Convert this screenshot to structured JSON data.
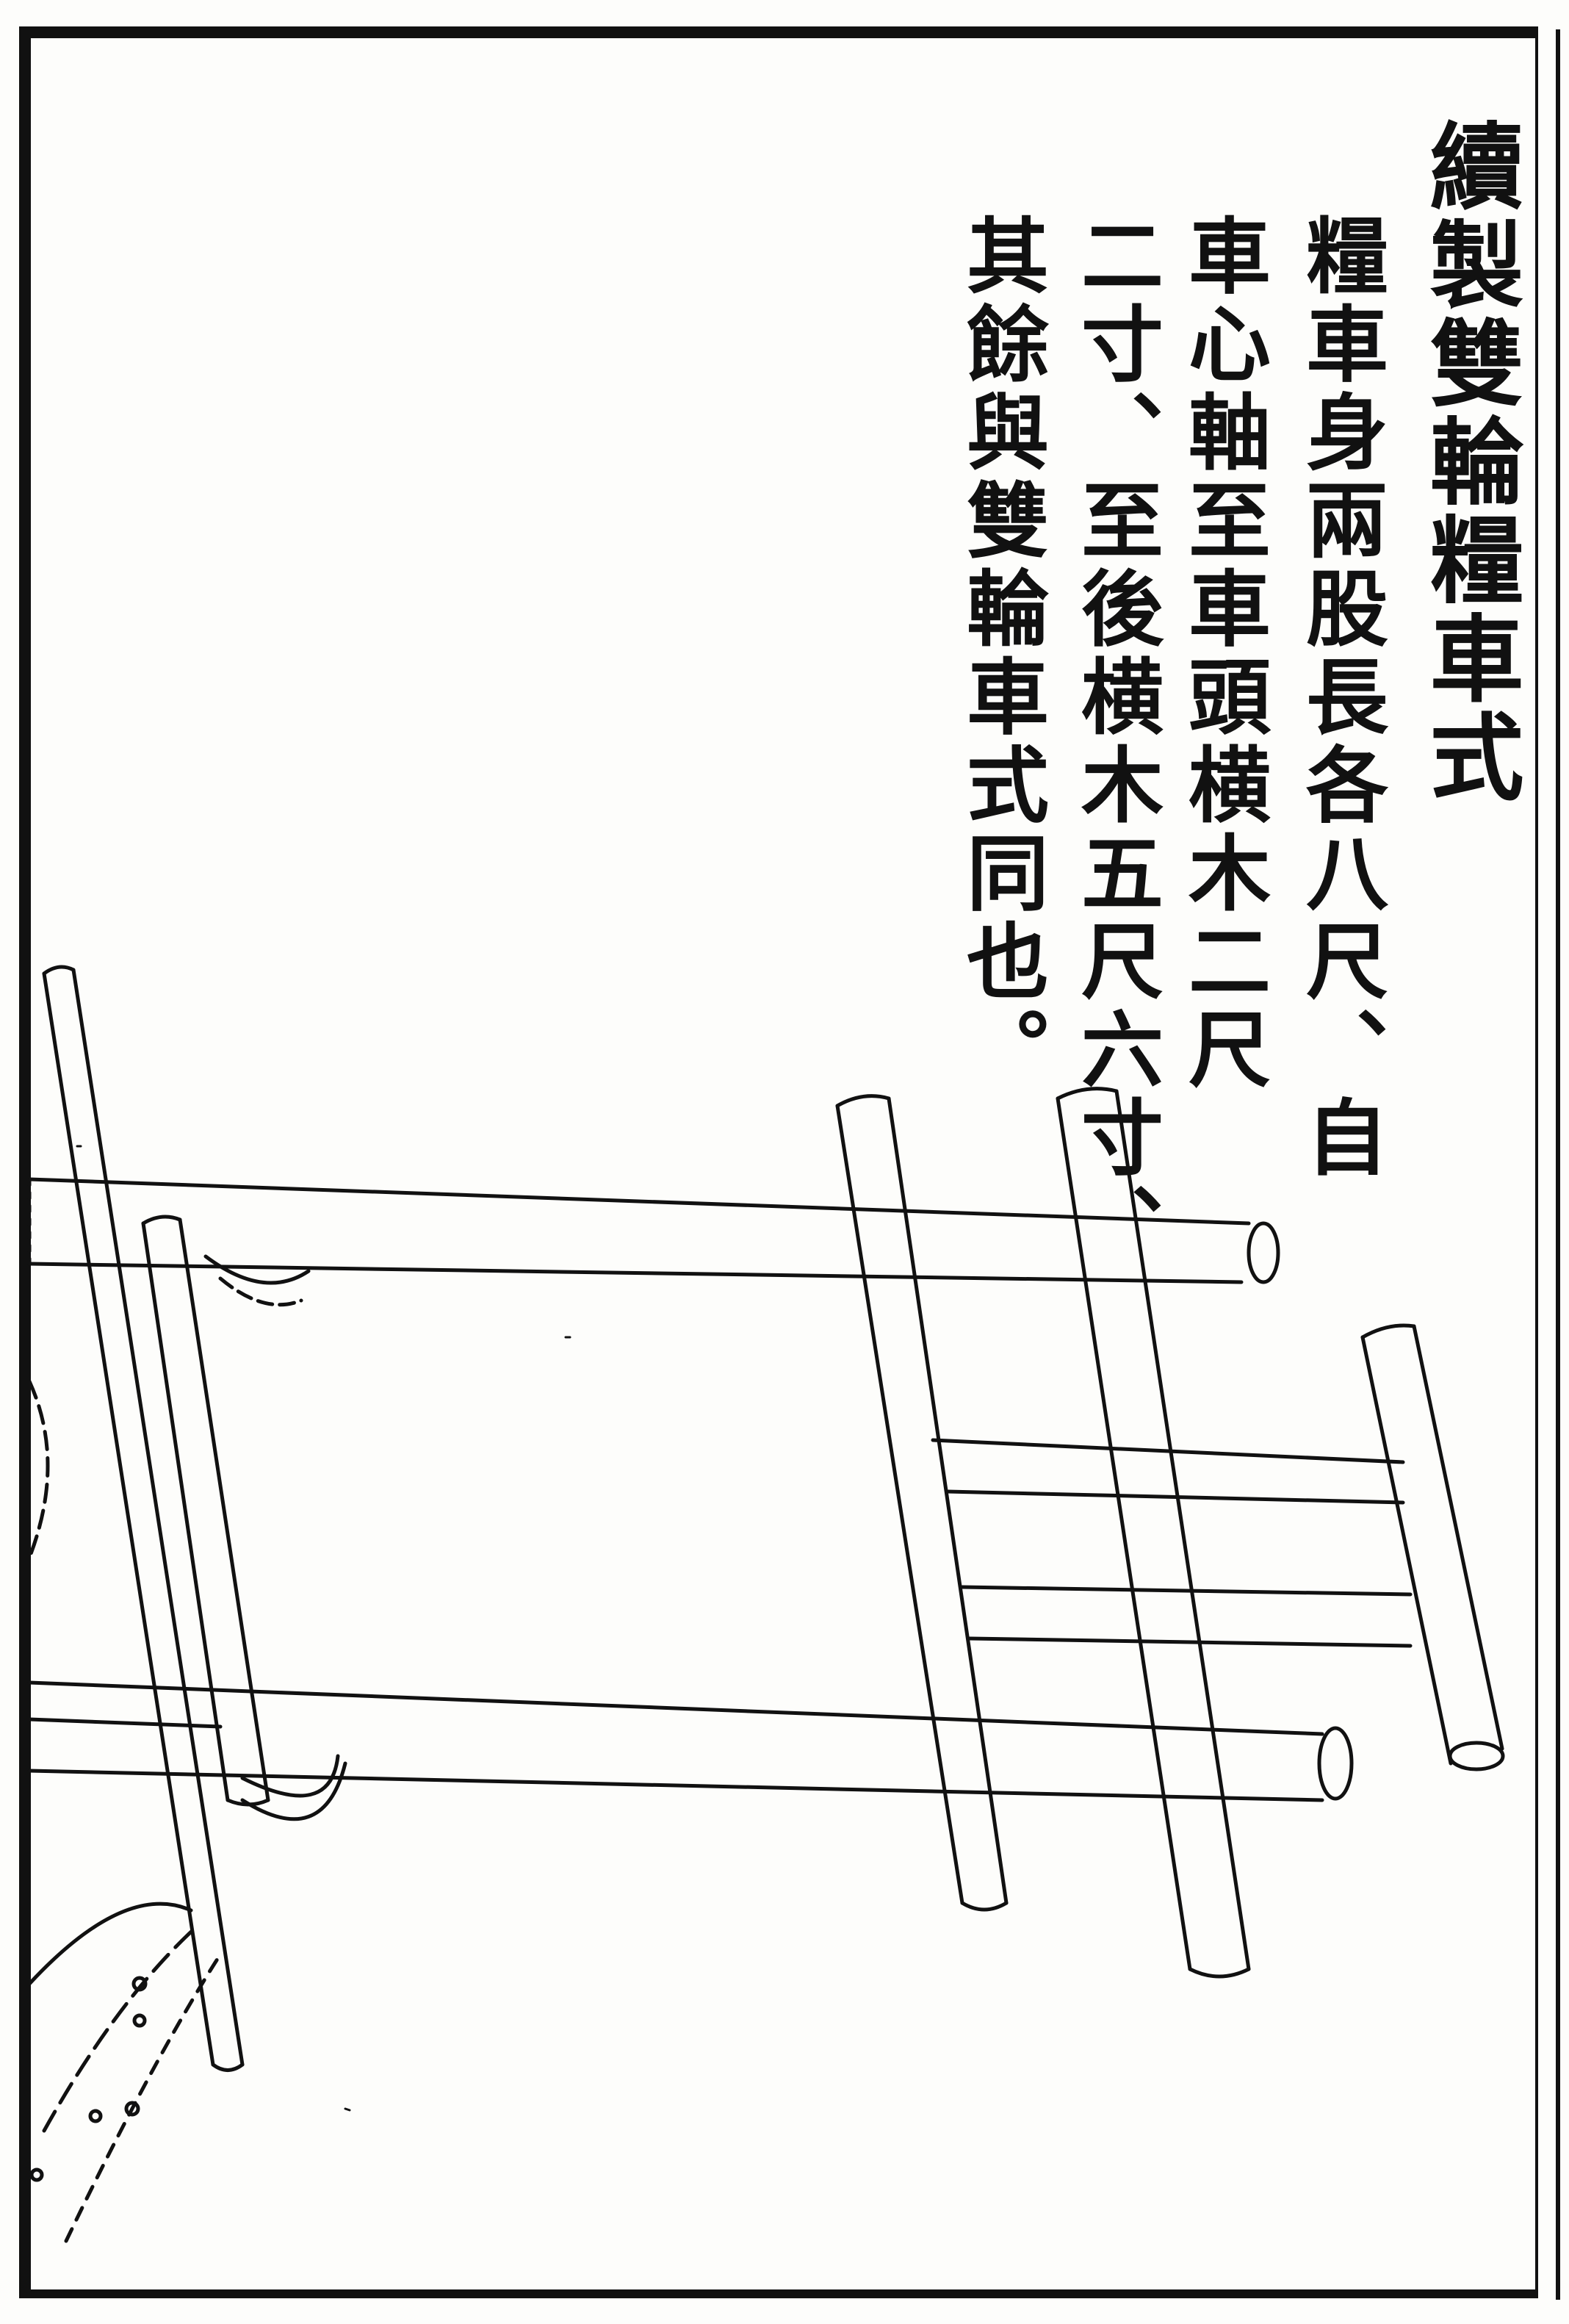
{
  "title": "續製雙輪糧車式",
  "columns": [
    "糧車身兩股長各八尺、自",
    "車心軸至車頭横木二尺",
    "二寸、至後横木五尺六寸、",
    "其餘與雙輪車式同也。"
  ]
}
